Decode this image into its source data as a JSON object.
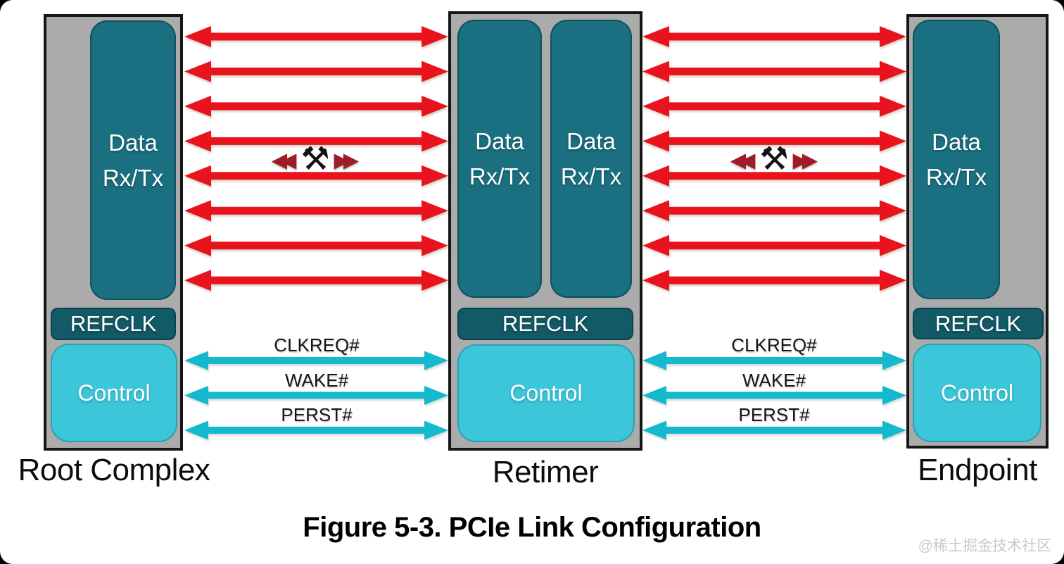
{
  "caption": "Figure 5-3. PCIe Link Configuration",
  "watermark": "@稀土掘金技术社区",
  "labels": {
    "data_line1": "Data",
    "data_line2": "Rx/Tx",
    "refclk": "REFCLK",
    "control": "Control"
  },
  "blocks": [
    {
      "label": "Root Complex"
    },
    {
      "label": "Retimer"
    },
    {
      "label": "Endpoint"
    }
  ],
  "icons": {
    "rewind": "◀◀",
    "tools": "⚒",
    "forward": "▶▶"
  },
  "links": {
    "data_lane_count": 8,
    "control_signals": [
      "CLKREQ#",
      "WAKE#",
      "PERST#"
    ]
  },
  "colors": {
    "data_arrow": "#e8131c",
    "control_arrow": "#14b9cd",
    "data_box": "#1a7080",
    "refclk_box": "#125a66",
    "control_box": "#3bc6d9",
    "block_bg": "#ababab",
    "icon_red": "#9e1b28"
  }
}
